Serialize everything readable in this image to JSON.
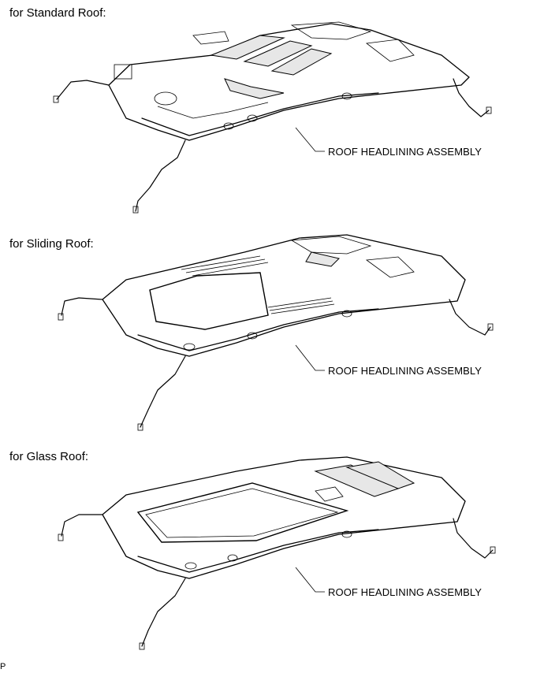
{
  "sections": [
    {
      "title": "for Standard Roof:",
      "callout": "ROOF HEADLINING ASSEMBLY"
    },
    {
      "title": "for Sliding Roof:",
      "callout": "ROOF HEADLINING ASSEMBLY"
    },
    {
      "title": "for Glass Roof:",
      "callout": "ROOF HEADLINING ASSEMBLY"
    }
  ],
  "footer_code": "P"
}
